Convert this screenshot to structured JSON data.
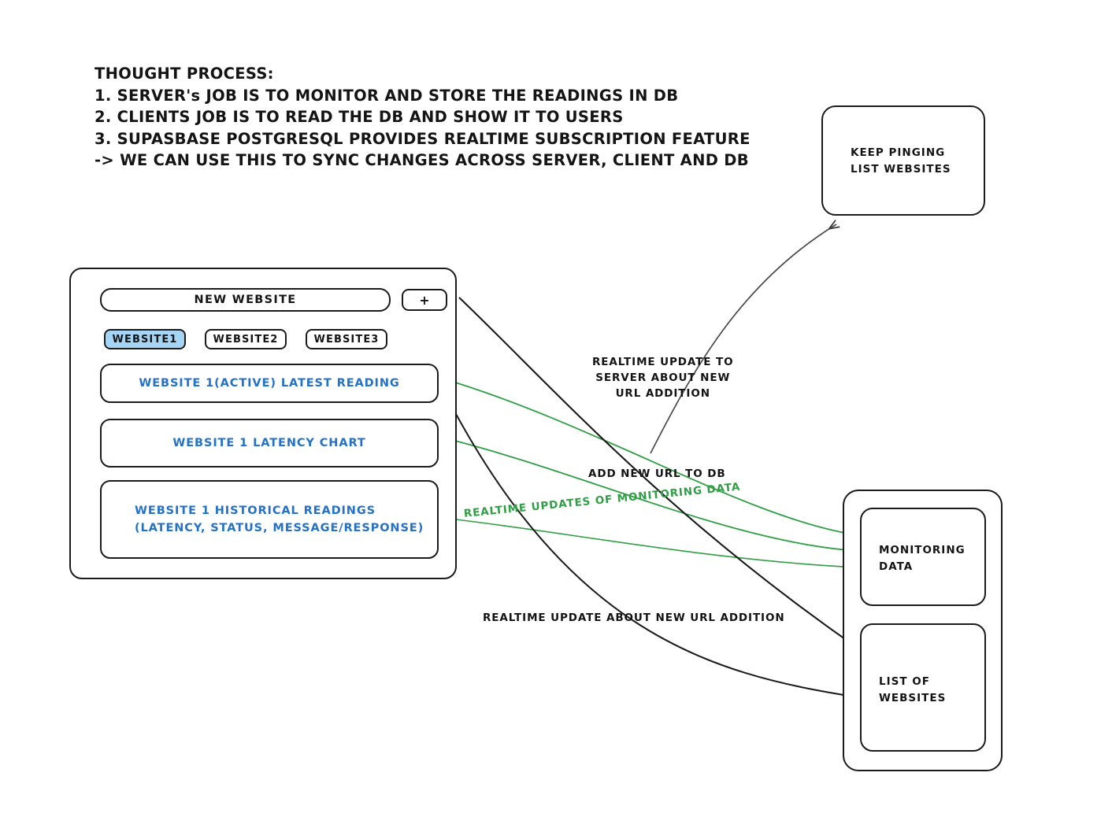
{
  "notes": {
    "title": "THOUGHT PROCESS:",
    "lines": [
      "1. SERVER's JOB IS TO MONITOR AND STORE THE READINGS IN DB",
      "2. CLIENTS JOB IS TO READ THE DB AND SHOW IT TO USERS",
      "3. SUPASBASE POSTGRESQL PROVIDES REALTIME SUBSCRIPTION FEATURE",
      "-> WE CAN USE THIS TO SYNC CHANGES ACROSS SERVER, CLIENT AND DB"
    ]
  },
  "app": {
    "new_website_placeholder": "NEW WEBSITE",
    "add_button_label": "+",
    "tabs": [
      {
        "label": "WEBSITE1",
        "active": true
      },
      {
        "label": "WEBSITE2",
        "active": false
      },
      {
        "label": "WEBSITE3",
        "active": false
      }
    ],
    "panels": [
      {
        "label": "WEBSITE 1(ACTIVE) LATEST READING"
      },
      {
        "label": "WEBSITE 1 LATENCY CHART"
      },
      {
        "label": "WEBSITE 1 HISTORICAL READINGS\n(LATENCY, STATUS, MESSAGE/RESPONSE)"
      }
    ]
  },
  "server": {
    "label": "KEEP PINGING\nLIST WEBSITES"
  },
  "database": {
    "monitoring_label": "MONITORING\nDATA",
    "list_label": "LIST OF\nWEBSITES"
  },
  "arrows": {
    "realtime_update_server": "REALTIME UPDATE TO\nSERVER ABOUT NEW\nURL ADDITION",
    "add_new_url_to_db": "ADD NEW URL TO DB",
    "realtime_updates_monitoring": "REALTIME UPDATES OF MONITORING DATA",
    "realtime_update_new_url": "REALTIME UPDATE ABOUT NEW URL ADDITION"
  },
  "colors": {
    "ink": "#1b1b1b",
    "accent_blue_text": "#2471c8",
    "active_tab_fill": "#a6d4f5",
    "green_arrow": "#2f9e44",
    "black_arrow": "#1a1a1a",
    "grey_arrow": "#5a5a5a"
  }
}
